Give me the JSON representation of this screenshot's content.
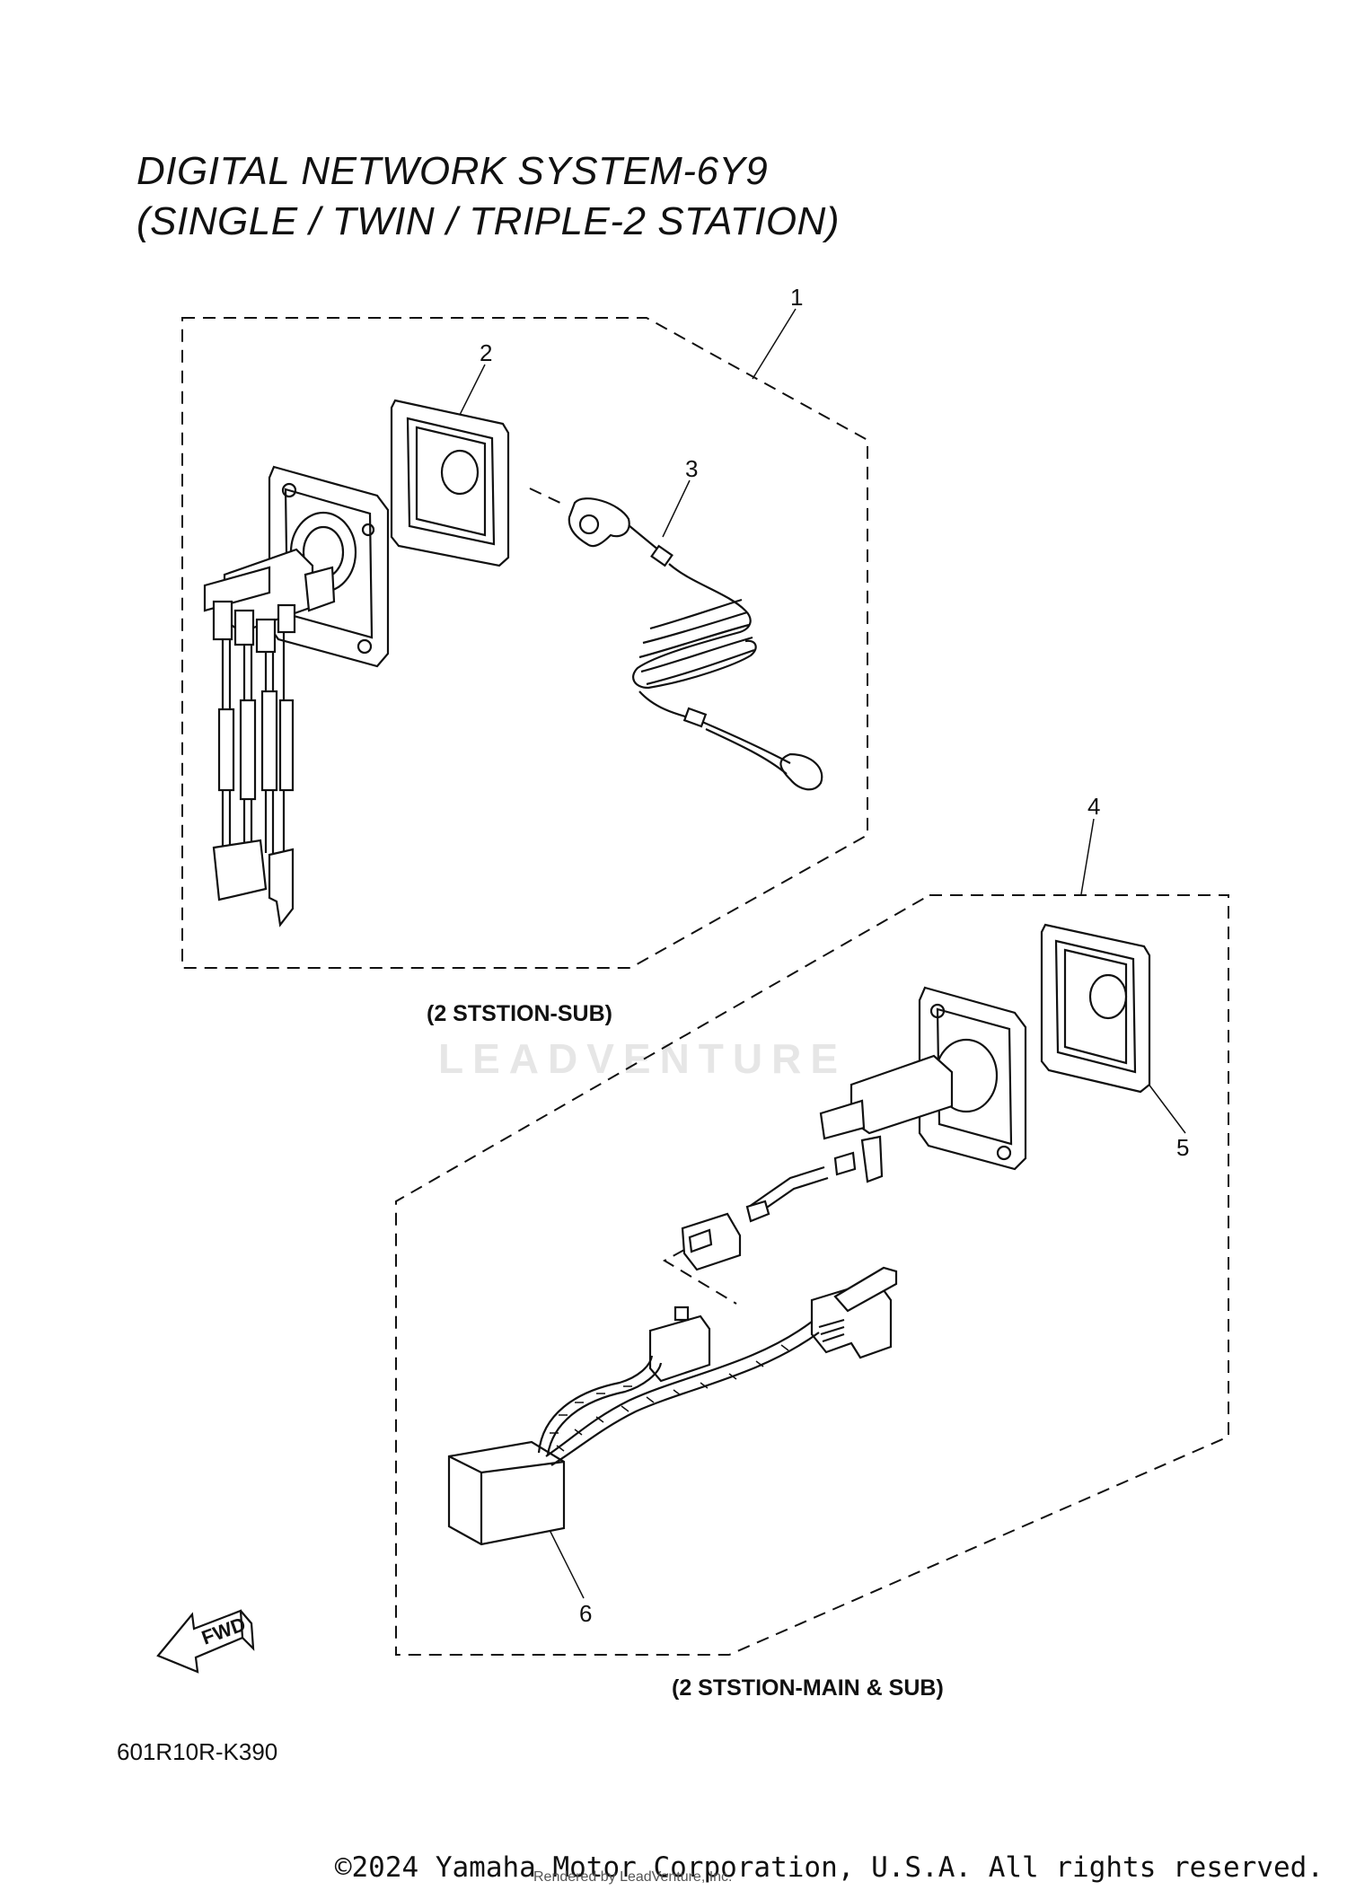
{
  "title": {
    "line1": "DIGITAL NETWORK SYSTEM-6Y9",
    "line2": "(SINGLE / TWIN / TRIPLE-2 STATION)"
  },
  "captions": {
    "sub": "(2 STSTION-SUB)",
    "main_sub": "(2 STSTION-MAIN & SUB)"
  },
  "part_labels": [
    "1",
    "2",
    "3",
    "4",
    "5",
    "6"
  ],
  "fwd_label": "FWD",
  "reference_code": "601R10R-K390",
  "watermark": "LEADVENTURE",
  "copyright": "©2024 Yamaha Motor Corporation, U.S.A. All rights reserved.",
  "rendered_by": "Rendered by LeadVenture, Inc."
}
